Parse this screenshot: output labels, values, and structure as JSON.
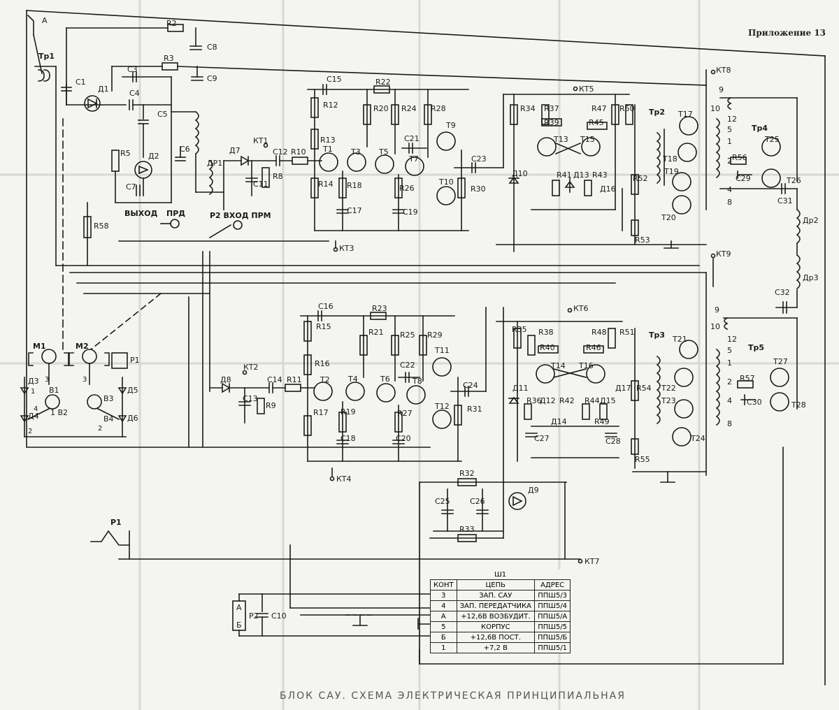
{
  "document": {
    "appendix": "Приложение 13",
    "caption": "БЛОК САУ. СХЕМА ЭЛЕКТРИЧЕСКАЯ ПРИНЦИПИАЛЬНАЯ"
  },
  "labels": {
    "antenna": "А",
    "tr1": "Тр1",
    "c1": "C1",
    "d1": "Д1",
    "c3": "C3",
    "c4": "C4",
    "c5": "C5",
    "c6": "C6",
    "r5": "R5",
    "d2": "Д2",
    "c7": "C7",
    "dr1": "ДР1",
    "r58": "R58",
    "r2": "R2",
    "r3": "R3",
    "c8": "C8",
    "c9": "C9",
    "out_label": "ВЫХОД",
    "prd": "ПРД",
    "in_label": "Р2 ВХОД ПРМ",
    "d7": "Д7",
    "kt1": "КТ1",
    "c11": "C11",
    "r8": "R8",
    "c12": "C12",
    "r10": "R10",
    "c15": "C15",
    "r12": "R12",
    "r13": "R13",
    "t1": "T1",
    "r14": "R14",
    "r22": "R22",
    "r20": "R20",
    "r24": "R24",
    "r28": "R28",
    "t3": "T3",
    "t5": "T5",
    "r18": "R18",
    "c17": "C17",
    "r26": "R26",
    "c19": "C19",
    "c21": "C21",
    "t7": "T7",
    "t9": "T9",
    "t10": "T10",
    "r30": "R30",
    "c23": "C23",
    "kt3": "КТ3",
    "kt5": "КТ5",
    "r34": "R34",
    "r37": "R37",
    "r39": "R39",
    "r45": "R45",
    "r47": "R47",
    "r50": "R50",
    "t13": "T13",
    "t15": "T15",
    "d10": "Д10",
    "r41": "R41",
    "d13": "Д13",
    "r43": "R43",
    "d16": "Д16",
    "r52": "R52",
    "r53": "R53",
    "tr2": "Тр2",
    "t17": "T17",
    "t18": "T18",
    "t19": "T19",
    "t20": "T20",
    "kt8": "КТ8",
    "w9": "9",
    "w10": "10",
    "w12": "12",
    "w5": "5",
    "w1": "1",
    "w2": "2",
    "w4": "4",
    "w8": "8",
    "tr4": "Тр4",
    "t25": "T25",
    "t26": "T26",
    "r56": "R56",
    "c29": "C29",
    "c31": "C31",
    "dr2": "Др2",
    "kt9": "КТ9",
    "dr3": "Др3",
    "c32": "C32",
    "m1": "M1",
    "m2": "M2",
    "p1": "P1",
    "d3": "Д3",
    "d4": "Д4",
    "d5": "Д5",
    "d6": "Д6",
    "b1": "В1",
    "b2": "1 В2",
    "b3": "В3",
    "b4": "В4",
    "n1": "1",
    "n2": "2",
    "n3": "3",
    "n4": "4",
    "d8": "Д8",
    "kt2": "КТ2",
    "c13": "C13",
    "r9": "R9",
    "c14": "C14",
    "r11": "R11",
    "c16": "C16",
    "r15": "R15",
    "r16": "R16",
    "t2": "T2",
    "r17": "R17",
    "r23": "R23",
    "r21": "R21",
    "r25": "R25",
    "r29": "R29",
    "t4": "T4",
    "t6": "T6",
    "t8": "T8",
    "r19": "R19",
    "c18": "C18",
    "r27": "R27",
    "c20": "C20",
    "c22": "C22",
    "t11": "T11",
    "t12": "T12",
    "r31": "R31",
    "c24": "C24",
    "kt4": "КТ4",
    "kt6": "КТ6",
    "r35": "R35",
    "r38": "R38",
    "r40": "R40",
    "r46": "R46",
    "r48": "R48",
    "r51": "R51",
    "t14": "T14",
    "t16": "T16",
    "d11": "Д11",
    "r36": "R36",
    "d12": "Д12",
    "r42": "R42",
    "d14": "Д14",
    "r44": "R44",
    "d15": "Д15",
    "r49": "R49",
    "c27": "C27",
    "c28": "C28",
    "d17": "Д17",
    "r54": "R54",
    "r55": "R55",
    "tr3": "Тр3",
    "t21": "T21",
    "t22": "T22",
    "t23": "T23",
    "t24": "T24",
    "tr5": "Тр5",
    "t27": "T27",
    "t28": "T28",
    "r57": "R57",
    "c30": "C30",
    "r32": "R32",
    "c25": "C25",
    "c26": "C26",
    "d9": "Д9",
    "r33": "R33",
    "p1_contact": "P1",
    "kt7": "КТ7",
    "p2": "P2",
    "c10": "C10",
    "p2a": "А",
    "p2b": "Б"
  },
  "connector_table": {
    "title": "Ш1",
    "headers": [
      "КОНТ",
      "ЦЕПЬ",
      "АДРЕС"
    ],
    "rows": [
      [
        "3",
        "ЗАП. САУ",
        "ППШ5/3"
      ],
      [
        "4",
        "ЗАП. ПЕРЕДАТЧИКА",
        "ППШ5/4"
      ],
      [
        "А",
        "+12,6В ВОЗБУДИТ.",
        "ППШ5/А"
      ],
      [
        "5",
        "КОРПУС",
        "ППШ5/5"
      ],
      [
        "Б",
        "+12,6В ПОСТ.",
        "ППШ5/Б"
      ],
      [
        "1",
        "+7,2 В",
        "ППШ5/1"
      ]
    ]
  }
}
